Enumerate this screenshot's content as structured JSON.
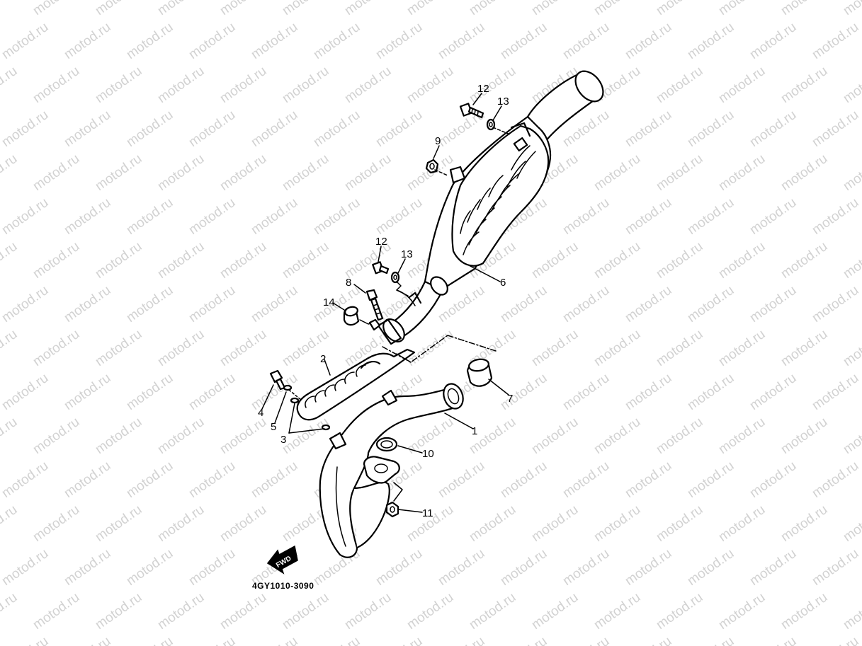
{
  "watermark": {
    "text": "motod.ru"
  },
  "diagram": {
    "part_code": "4GY1010-3090",
    "front_marker": "FWD",
    "callouts": [
      {
        "id": "c1",
        "label": "1"
      },
      {
        "id": "c2",
        "label": "2"
      },
      {
        "id": "c3",
        "label": "3"
      },
      {
        "id": "c4",
        "label": "4"
      },
      {
        "id": "c5",
        "label": "5"
      },
      {
        "id": "c6",
        "label": "6"
      },
      {
        "id": "c7",
        "label": "7"
      },
      {
        "id": "c8",
        "label": "8"
      },
      {
        "id": "c9",
        "label": "9"
      },
      {
        "id": "c10",
        "label": "10"
      },
      {
        "id": "c11",
        "label": "11"
      },
      {
        "id": "c12a",
        "label": "12"
      },
      {
        "id": "c13a",
        "label": "13"
      },
      {
        "id": "c12b",
        "label": "12"
      },
      {
        "id": "c13b",
        "label": "13"
      },
      {
        "id": "c14",
        "label": "14"
      }
    ]
  }
}
